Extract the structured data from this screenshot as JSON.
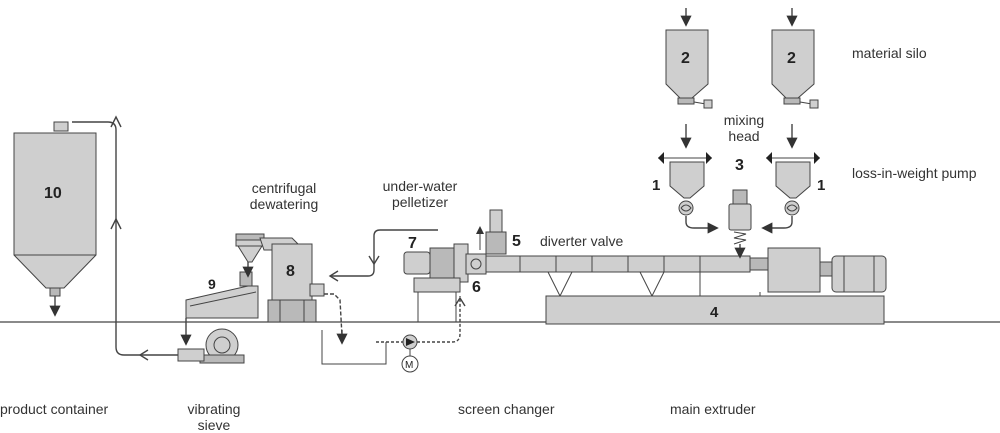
{
  "labels": {
    "material_silo": "material silo",
    "loss_in_weight_pump": "loss-in-weight pump",
    "mixing_head_line1": "mixing",
    "mixing_head_line2": "head",
    "centrifugal_line1": "centrifugal",
    "centrifugal_line2": "dewatering",
    "underwater_line1": "under-water",
    "underwater_line2": "pelletizer",
    "diverter_valve": "diverter valve",
    "product_container": "product container",
    "vibrating_line1": "vibrating",
    "vibrating_line2": "sieve",
    "screen_changer": "screen changer",
    "main_extruder": "main extruder"
  },
  "numbers": {
    "silo_left": "2",
    "silo_right": "2",
    "mixing_head": "3",
    "pump_left": "1",
    "pump_right": "1",
    "extruder_base": "4",
    "diverter": "5",
    "screen_changer": "6",
    "pelletizer": "7",
    "dewatering": "8",
    "sieve": "9",
    "container": "10",
    "motor": "M"
  },
  "colors": {
    "equipment_fill": "#cfcfcf",
    "dark_fill": "#b9b9b9",
    "outline": "#444444"
  }
}
